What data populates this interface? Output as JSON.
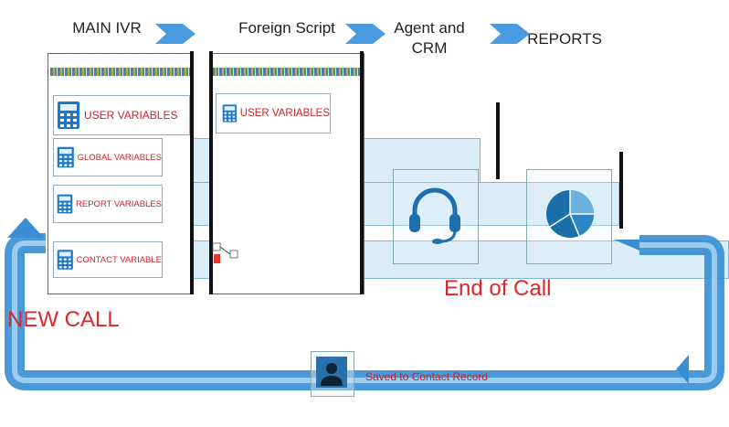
{
  "stages": {
    "main_ivr": "MAIN IVR",
    "foreign_script": "Foreign Script",
    "agent_crm_line1": "Agent and",
    "agent_crm_line2": "CRM",
    "reports": "REPORTS"
  },
  "variables": {
    "user": "USER VARIABLES",
    "global": "GLOBAL VARIABLES",
    "report": "REPORT VARIABLES",
    "contact": "CONTACT VARIABLE",
    "user_foreign": "USER VARIABLES"
  },
  "flow_labels": {
    "new_call": "NEW CALL",
    "end_of_call": "End of Call",
    "saved": "Saved to Contact Record"
  },
  "icons": {
    "calculator": "calculator-icon",
    "headset": "headset-icon",
    "pie": "pie-chart-icon",
    "person": "person-icon",
    "chevron": "chevron-right-icon"
  },
  "colors": {
    "flow_blue": "#3a8fd4",
    "flow_light": "#bcdff3",
    "label_red": "#e0242a",
    "chevron_blue": "#4a9be0"
  }
}
